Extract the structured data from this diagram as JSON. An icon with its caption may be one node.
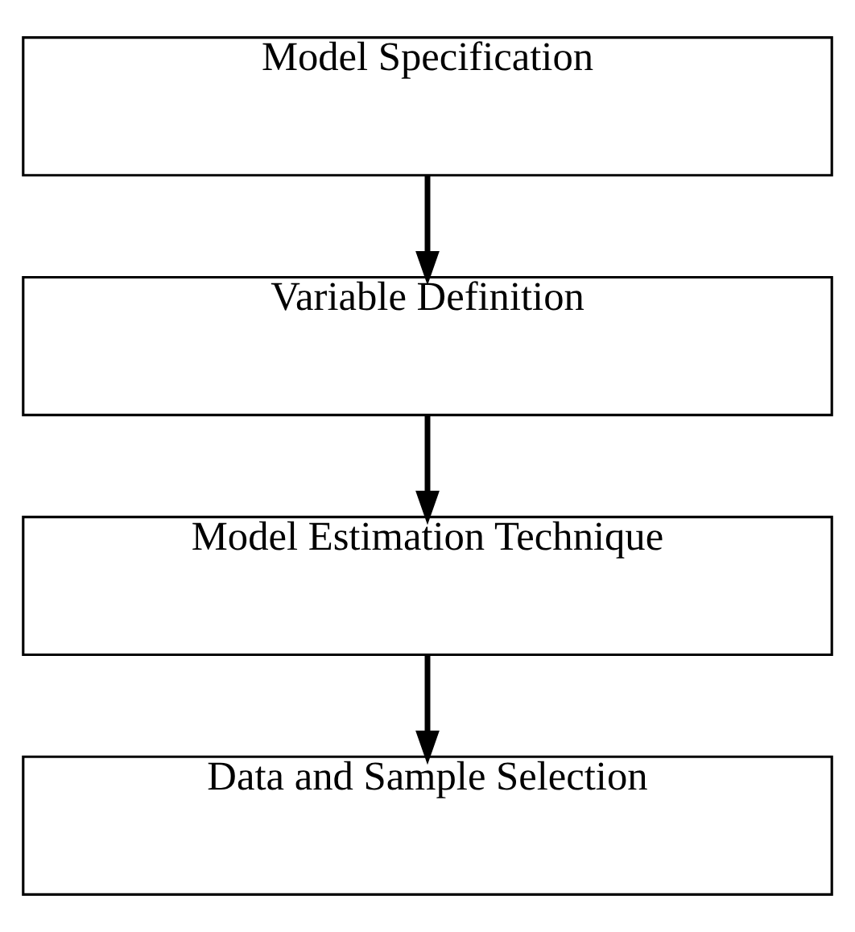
{
  "diagram": {
    "nodes": [
      {
        "text": [
          "Model Specification"
        ]
      },
      {
        "text": [
          "Variable Definition"
        ]
      },
      {
        "text": [
          "Model Estimation Technique"
        ]
      },
      {
        "text": [
          "Data and Sample Selection"
        ]
      }
    ],
    "edges": [
      {
        "from": 0,
        "to": 1,
        "arrow": "to"
      },
      {
        "from": 1,
        "to": 2,
        "arrow": "to"
      },
      {
        "from": 2,
        "to": 3,
        "arrow": "to"
      }
    ]
  }
}
